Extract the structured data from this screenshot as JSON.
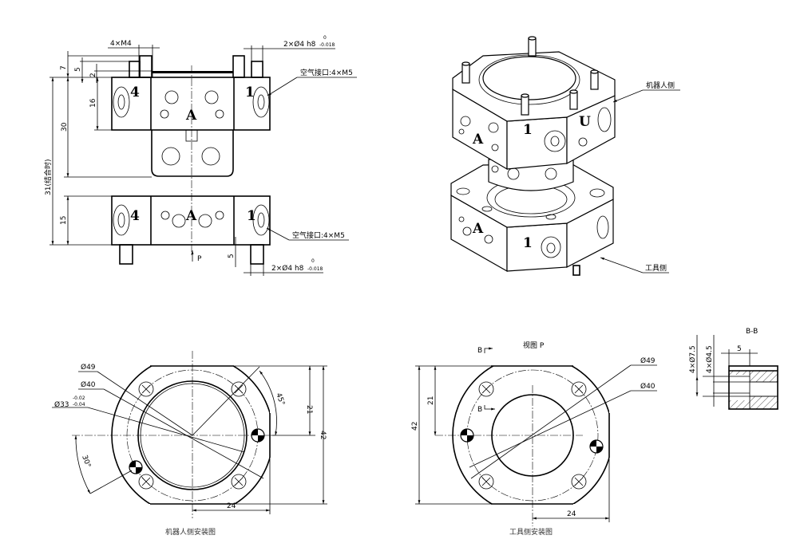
{
  "front_view": {
    "callout_m4": "4×M4",
    "callout_pin_top": "2×Ø4 h8",
    "tol_top_upper": "0",
    "tol_top_lower": "-0.018",
    "air_port_top": "空气接口:4×M5",
    "air_port_bottom": "空气接口:4×M5",
    "callout_pin_bottom": "2×Ø4 h8",
    "tol_bottom_upper": "0",
    "tol_bottom_lower": "-0.018",
    "view_arrow": "P",
    "dims": {
      "d7": "7",
      "d5": "5",
      "d2": "2",
      "d16": "16",
      "d30": "30",
      "d31": "31(结合时)",
      "d15": "15",
      "d5b": "5"
    },
    "face_labels": {
      "left_top": "4",
      "center_top": "A",
      "right_top": "1",
      "left_bottom": "4",
      "center_bottom": "A",
      "right_bottom": "1"
    }
  },
  "iso_view": {
    "robot_side_label": "机器人侧",
    "tool_side_label": "工具侧",
    "face_labels": {
      "upper_a": "A",
      "upper_1": "1",
      "upper_u": "U",
      "lower_a": "A",
      "lower_1": "1"
    }
  },
  "robot_side_view": {
    "title": "机器人侧安装图",
    "dia49": "Ø49",
    "dia40": "Ø40",
    "dia33": "Ø33",
    "tol33_upper": "-0.02",
    "tol33_lower": "-0.04",
    "angle45": "45°",
    "angle30": "30°",
    "dim21": "21",
    "dim42": "42",
    "dim24": "24"
  },
  "tool_side_view": {
    "title": "工具侧安装图",
    "view_label": "视图 P",
    "section_mark_1": "B",
    "section_mark_2": "B",
    "dia49": "Ø49",
    "dia40": "Ø40",
    "dim21": "21",
    "dim42": "42",
    "dim24": "24"
  },
  "section_bb": {
    "title": "B-B",
    "cbore": "4×Ø7.5",
    "hole": "4×Ø4.5",
    "depth": "5"
  }
}
